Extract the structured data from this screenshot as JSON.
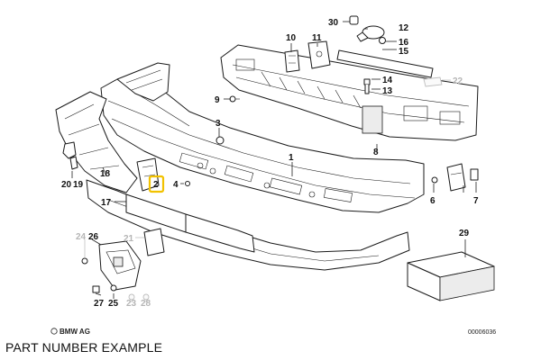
{
  "diagram": {
    "labels": {
      "p1": "1",
      "p2": "2",
      "p3": "3",
      "p4": "4",
      "p6": "6",
      "p7": "7",
      "p8": "8",
      "p9": "9",
      "p10": "10",
      "p11": "11",
      "p12": "12",
      "p13": "13",
      "p14": "14",
      "p15": "15",
      "p16": "16",
      "p17": "17",
      "p18": "18",
      "p19": "19",
      "p20": "20",
      "p21": "21",
      "p22": "22",
      "p23": "23",
      "p24": "24",
      "p25": "25",
      "p26": "26",
      "p27": "27",
      "p28": "28",
      "p29": "29",
      "p30": "30"
    },
    "highlighted_part": "2",
    "brand": "BMW AG",
    "drawing_code": "00006036"
  },
  "caption": "PART NUMBER EXAMPLE"
}
